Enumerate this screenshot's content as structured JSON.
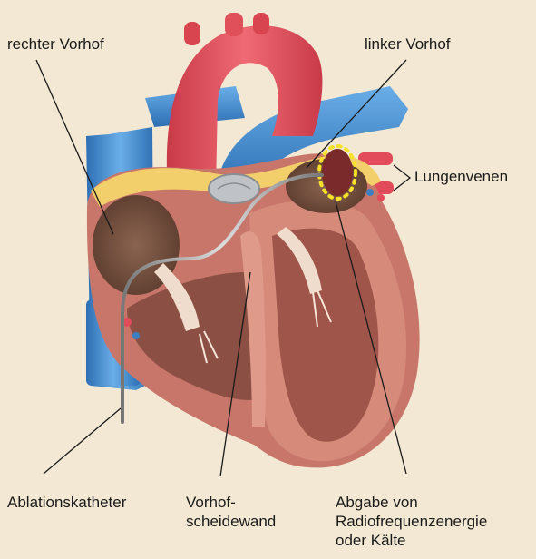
{
  "labels": {
    "right_atrium": "rechter Vorhof",
    "left_atrium": "linker Vorhof",
    "pulmonary_veins": "Lungenvenen",
    "ablation_catheter": "Ablationskatheter",
    "septum": [
      "Vorhof-",
      "scheidewand"
    ],
    "energy": [
      "Abgabe von",
      "Radiofrequenzenergie",
      "oder Kälte"
    ]
  },
  "colors": {
    "background": "#f3e8d3",
    "aorta": "#e4505c",
    "vessel_blue": "#4a8fd0",
    "myocardium": "#c8766a",
    "fat": "#f2cf6a",
    "chamber_dark": "#6e4c3c",
    "ablation_ring": "#f7e12a",
    "catheter": "#9a9a9a"
  }
}
